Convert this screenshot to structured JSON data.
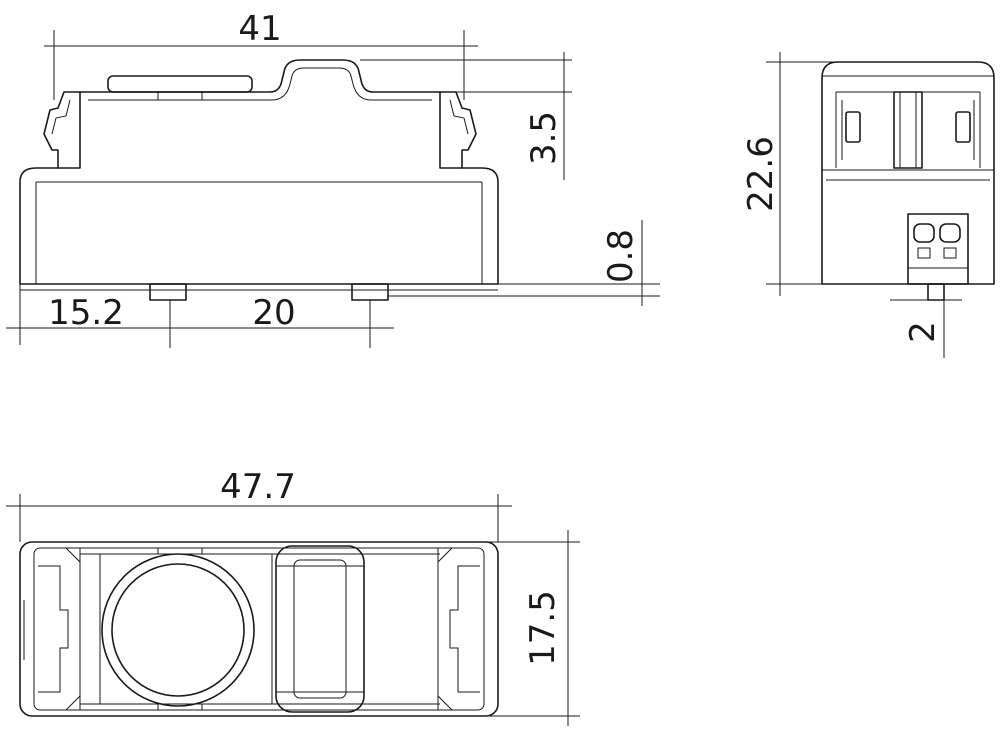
{
  "dimensions": {
    "top_width": "41",
    "top_step": "3.5",
    "base_gap": "0.8",
    "left_offset": "15.2",
    "mount_spacing": "20",
    "side_height": "22.6",
    "side_pin": "2",
    "bottom_width": "47.7",
    "bottom_depth": "17.5"
  },
  "line_color": "#1a1a1a"
}
